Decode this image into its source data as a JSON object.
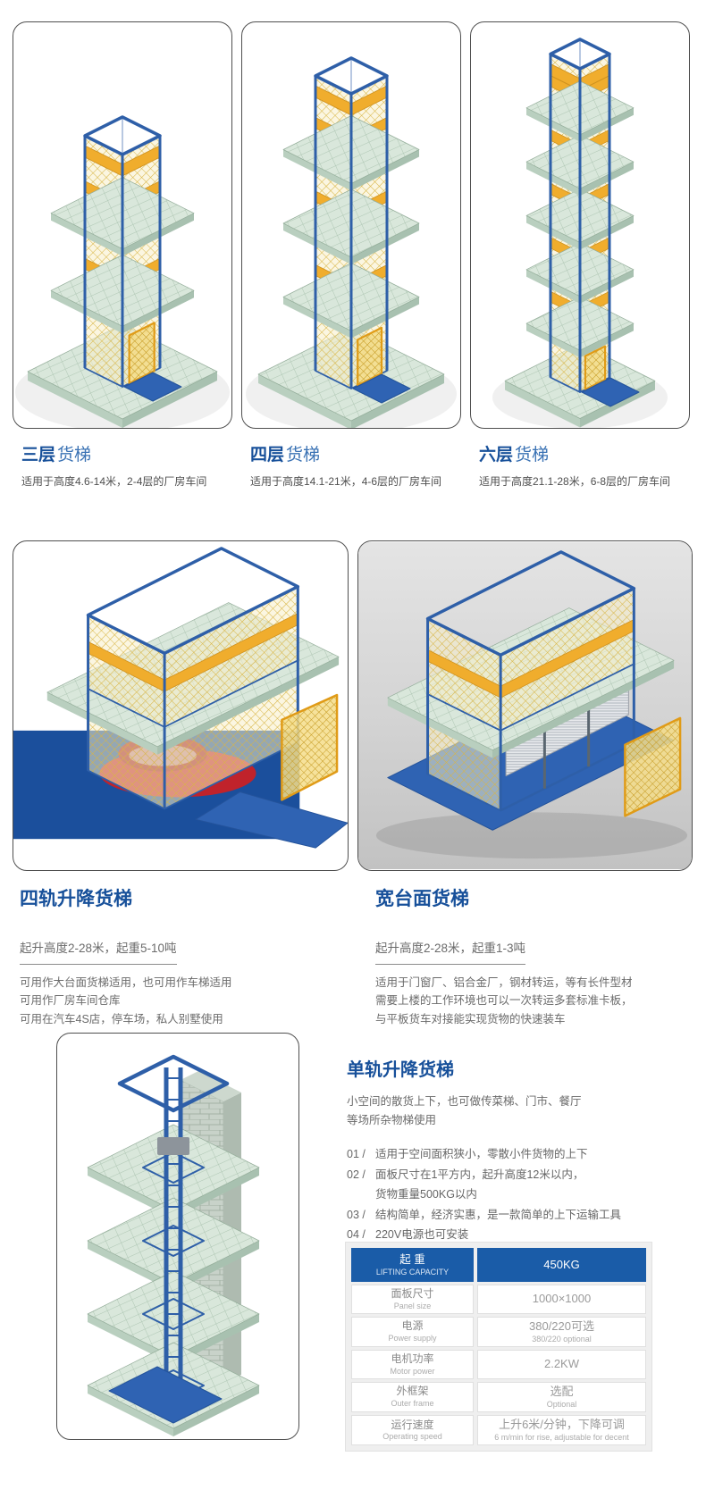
{
  "colors": {
    "title_blue": "#17509a",
    "title_blue_light": "#3a72b4",
    "body_gray": "#6b6b6b",
    "table_header_blue": "#1a5ca8",
    "frame_blue": "#2e5fa8",
    "mesh_yellow": "#f0ad2d",
    "tile_green": "#d9e7db",
    "navy_background": "#1b4f9c",
    "car_red": "#c0232b"
  },
  "top_products": [
    {
      "name_bold": "三层",
      "name_rest": "货梯",
      "desc": "适用于高度4.6-14米，2-4层的厂房车间",
      "illustration": "three-level-cargo-lift"
    },
    {
      "name_bold": "四层",
      "name_rest": "货梯",
      "desc": "适用于高度14.1-21米，4-6层的厂房车间",
      "illustration": "four-level-cargo-lift"
    },
    {
      "name_bold": "六层",
      "name_rest": "货梯",
      "desc": "适用于高度21.1-28米，6-8层的厂房车间",
      "illustration": "six-level-cargo-lift"
    }
  ],
  "mid_products": [
    {
      "title": "四轨升降货梯",
      "subtitle": "起升高度2-28米，起重5-10吨",
      "lines": [
        "可用作大台面货梯适用，也可用作车梯适用",
        "可用作厂房车间仓库",
        "可用在汽车4S店，停车场，私人别墅使用"
      ],
      "illustration": "four-rail-car-lift"
    },
    {
      "title": "宽台面货梯",
      "subtitle": "起升高度2-28米，起重1-3吨",
      "lines": [
        "适用于门窗厂、铝合金厂，钢材转运，等有长件型材",
        "需要上楼的工作环境也可以一次转运多套标准卡板，",
        "与平板货车对接能实现货物的快速装车"
      ],
      "illustration": "wide-platform-cargo-lift"
    }
  ],
  "bottom_product": {
    "title": "单轨升降货梯",
    "intro_lines": [
      "小空间的散货上下，也可做传菜梯、门市、餐厅",
      "等场所杂物梯使用"
    ],
    "features": [
      {
        "num": "01 /",
        "text": "适用于空间面积狭小，零散小件货物的上下"
      },
      {
        "num": "02 /",
        "text": "面板尺寸在1平方内，起升高度12米以内，"
      },
      {
        "num": "",
        "text": "货物重量500KG以内"
      },
      {
        "num": "03 /",
        "text": "结构简单，经济实惠，是一款简单的上下运输工具"
      },
      {
        "num": "04 /",
        "text": "220V电源也可安装"
      }
    ],
    "illustration": "monorail-cargo-lift",
    "spec_table": {
      "rows": [
        {
          "label_cn": "起 重",
          "label_en": "LIFTING CAPACITY",
          "value_cn": "450KG",
          "value_en": ""
        },
        {
          "label_cn": "面板尺寸",
          "label_en": "Panel size",
          "value_cn": "1000×1000",
          "value_en": ""
        },
        {
          "label_cn": "电源",
          "label_en": "Power supply",
          "value_cn": "380/220可选",
          "value_en": "380/220 optional"
        },
        {
          "label_cn": "电机功率",
          "label_en": "Motor power",
          "value_cn": "2.2KW",
          "value_en": ""
        },
        {
          "label_cn": "外框架",
          "label_en": "Outer frame",
          "value_cn": "选配",
          "value_en": "Optional"
        },
        {
          "label_cn": "运行速度",
          "label_en": "Operating speed",
          "value_cn": "上升6米/分钟，下降可调",
          "value_en": "6 m/min for rise, adjustable for decent"
        }
      ]
    }
  }
}
